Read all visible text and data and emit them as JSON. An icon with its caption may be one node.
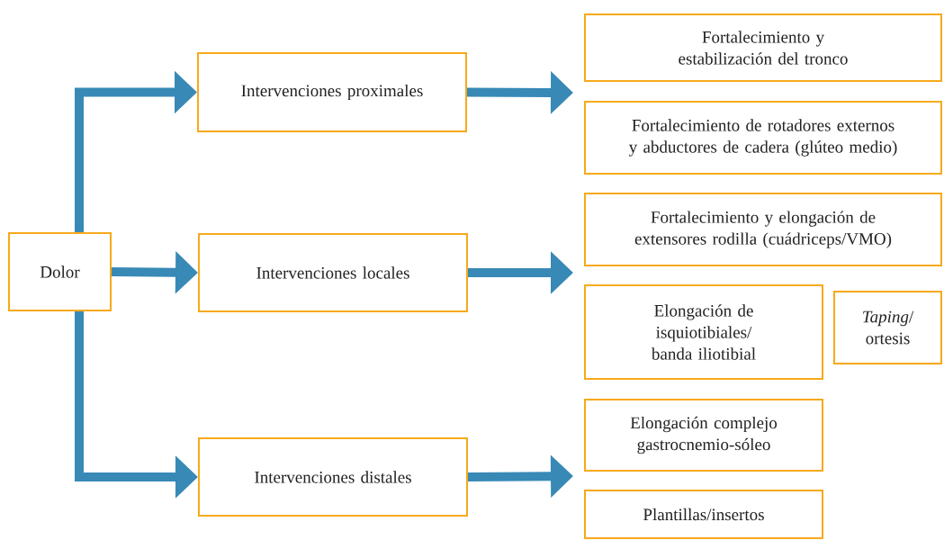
{
  "diagram": {
    "nodes": [
      {
        "text": [
          "Dolor"
        ]
      },
      {
        "text": [
          "Intervenciones proximales"
        ]
      },
      {
        "text": [
          "Intervenciones locales"
        ]
      },
      {
        "text": [
          "Intervenciones distales"
        ]
      },
      {
        "text": [
          "Fortalecimiento y estabilización del tronco"
        ]
      },
      {
        "text": [
          "Fortalecimiento de rotadores externos y abductores de cadera (glúteo medio)"
        ]
      },
      {
        "text": [
          "Fortalecimiento y elongación de extensores rodilla (cuádriceps/VMO)"
        ]
      },
      {
        "text": [
          "Elongación de isquiotibiales/ banda iliotibial"
        ]
      },
      {
        "text": [
          "*Taping*/ ortesis"
        ]
      },
      {
        "text": [
          "Elongación complejo gastrocnemio-sóleo"
        ]
      },
      {
        "text": [
          "Plantillas/insertos"
        ]
      }
    ],
    "edges": [
      {
        "from": 0,
        "to": 1,
        "arrow": "to"
      },
      {
        "from": 0,
        "to": 2,
        "arrow": "to"
      },
      {
        "from": 0,
        "to": 3,
        "arrow": "to"
      },
      {
        "from": 1,
        "to": null,
        "arrow": "to"
      },
      {
        "from": 2,
        "to": null,
        "arrow": "to"
      },
      {
        "from": 3,
        "to": null,
        "arrow": "to"
      }
    ]
  }
}
